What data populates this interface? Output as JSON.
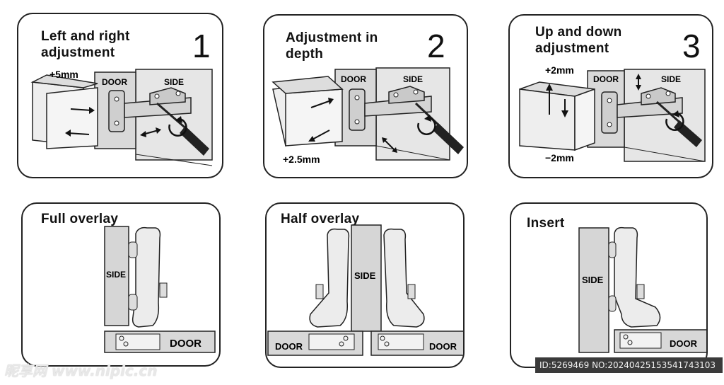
{
  "panels": [
    {
      "number": "1",
      "title": "Left and right\nadjustment",
      "door": "DOOR",
      "side": "SIDE",
      "measure": "+5mm"
    },
    {
      "number": "2",
      "title": "Adjustment in\ndepth",
      "door": "DOOR",
      "side": "SIDE",
      "measure": "+2.5mm"
    },
    {
      "number": "3",
      "title": "Up and down\nadjustment",
      "door": "DOOR",
      "side": "SIDE",
      "measure_up": "+2mm",
      "measure_down": "−2mm"
    },
    {
      "title": "Full overlay",
      "side": "SIDE",
      "door": "DOOR"
    },
    {
      "title": "Half overlay",
      "side": "SIDE",
      "door_left": "DOOR",
      "door_right": "DOOR"
    },
    {
      "title": "Insert",
      "side": "SIDE",
      "door": "DOOR"
    }
  ],
  "watermark": {
    "left": "昵享网 www.nipic.cn",
    "right": "ID:5269469 NO:20240425153541743103"
  }
}
